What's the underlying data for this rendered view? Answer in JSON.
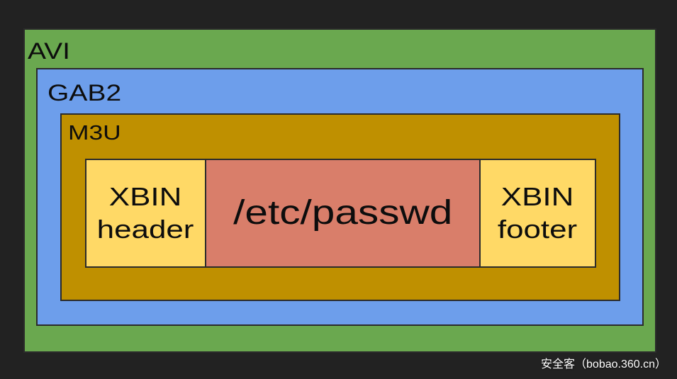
{
  "diagram": {
    "avi_label": "AVI",
    "gab2_label": "GAB2",
    "m3u_label": "M3U",
    "xbin_header_label": "XBIN\nheader",
    "payload_label": "/etc/passwd",
    "xbin_footer_label": "XBIN\nfooter"
  },
  "watermark": "安全客（bobao.360.cn）",
  "colors": {
    "background": "#222222",
    "avi_box": "#6aa84f",
    "gab2_box": "#6d9eeb",
    "m3u_box": "#bf9000",
    "xbin_box": "#ffd966",
    "payload_box": "#d97e6a",
    "box_border": "#2b2b2b",
    "label_text": "#0d0d0d",
    "watermark_text": "#ffffff"
  }
}
